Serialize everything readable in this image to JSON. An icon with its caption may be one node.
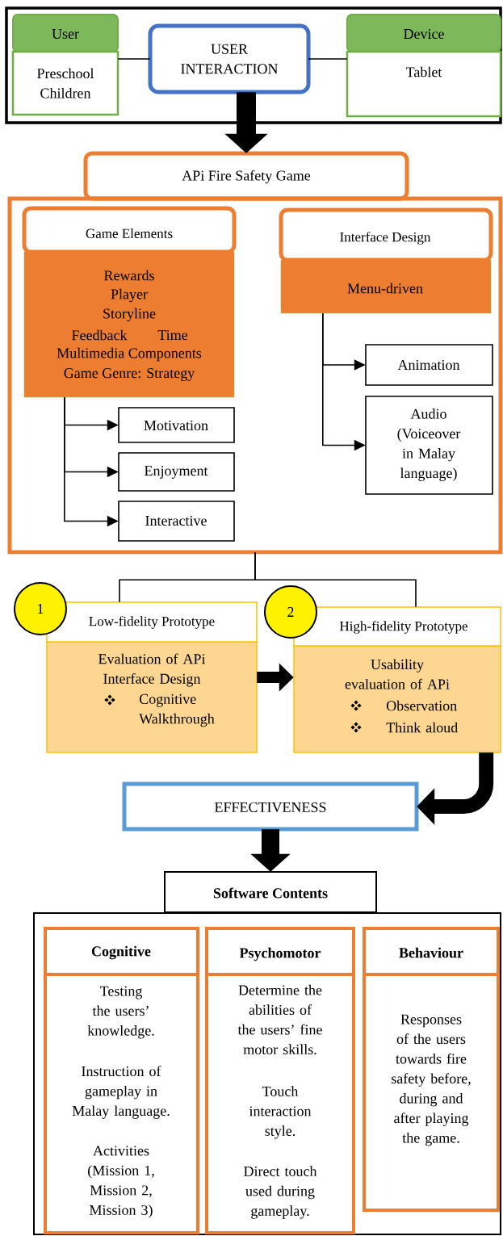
{
  "diagram": {
    "nodes": [
      {
        "text": [],
        "shape": "box"
      },
      {
        "text": [
          "User",
          "Preschool Children"
        ],
        "in": 0
      },
      {
        "text": [
          "USER INTERACTION"
        ],
        "in": 0
      },
      {
        "text": [
          "Device",
          "Tablet"
        ],
        "in": 0
      },
      {
        "text": [
          "APi Fire Safety Game"
        ]
      },
      {
        "text": [],
        "shape": "box"
      },
      {
        "text": [
          "Game Elements",
          "Rewards",
          "Player",
          "Storyline",
          "Feedback",
          "Time",
          "Multimedia Components",
          "Game Genre: Strategy"
        ],
        "in": 5
      },
      {
        "text": [
          "Interface Design",
          "Menu-driven"
        ],
        "in": 5
      },
      {
        "text": [
          "Motivation"
        ],
        "in": 5
      },
      {
        "text": [
          "Enjoyment"
        ],
        "in": 5
      },
      {
        "text": [
          "Interactive"
        ],
        "in": 5
      },
      {
        "text": [
          "Animation"
        ],
        "in": 5
      },
      {
        "text": [
          "Audio (Voiceover in Malay language)"
        ],
        "in": 5
      },
      {
        "text": [
          "1"
        ]
      },
      {
        "text": [
          "Low-fidelity Prototype",
          "Evaluation of APi Interface Design",
          "Cognitive Walkthrough"
        ]
      },
      {
        "text": [
          "2"
        ]
      },
      {
        "text": [
          "High-fidelity Prototype",
          "Usability evaluation of APi",
          "Observation",
          "Think aloud"
        ]
      },
      {
        "text": [
          "EFFECTIVENESS"
        ]
      },
      {
        "text": [
          "Software Contents"
        ]
      },
      {
        "text": [],
        "shape": "box"
      },
      {
        "text": [
          "Cognitive",
          "Testing the users’ knowledge.",
          "Instruction of gameplay in Malay language.",
          "Activities (Mission 1, Mission 2, Mission 3)"
        ],
        "in": 19
      },
      {
        "text": [
          "Psychomotor",
          "Determine the abilities of the users’ fine motor skills.",
          "Touch interaction style.",
          "Direct touch used during gameplay."
        ],
        "in": 19
      },
      {
        "text": [
          "Behaviour",
          "Responses of the users towards fire safety before, during and after playing the game."
        ],
        "in": 19
      }
    ],
    "edges": [
      {
        "from": 1,
        "to": 2,
        "arrow": "none"
      },
      {
        "from": 2,
        "to": 3,
        "arrow": "none"
      },
      {
        "from": 2,
        "to": 4,
        "arrow": "to",
        "style": "thick"
      },
      {
        "from": 6,
        "to": 8,
        "arrow": "to"
      },
      {
        "from": 6,
        "to": 9,
        "arrow": "to"
      },
      {
        "from": 6,
        "to": 10,
        "arrow": "to"
      },
      {
        "from": 7,
        "to": 11,
        "arrow": "to"
      },
      {
        "from": 7,
        "to": 12,
        "arrow": "to"
      },
      {
        "from": 5,
        "to": 14,
        "arrow": "none"
      },
      {
        "from": 5,
        "to": 16,
        "arrow": "none"
      },
      {
        "from": 14,
        "to": 16,
        "arrow": "to",
        "style": "thick"
      },
      {
        "from": 16,
        "to": 17,
        "arrow": "to",
        "style": "thick"
      },
      {
        "from": 17,
        "to": 18,
        "arrow": "to",
        "style": "thick"
      }
    ]
  }
}
